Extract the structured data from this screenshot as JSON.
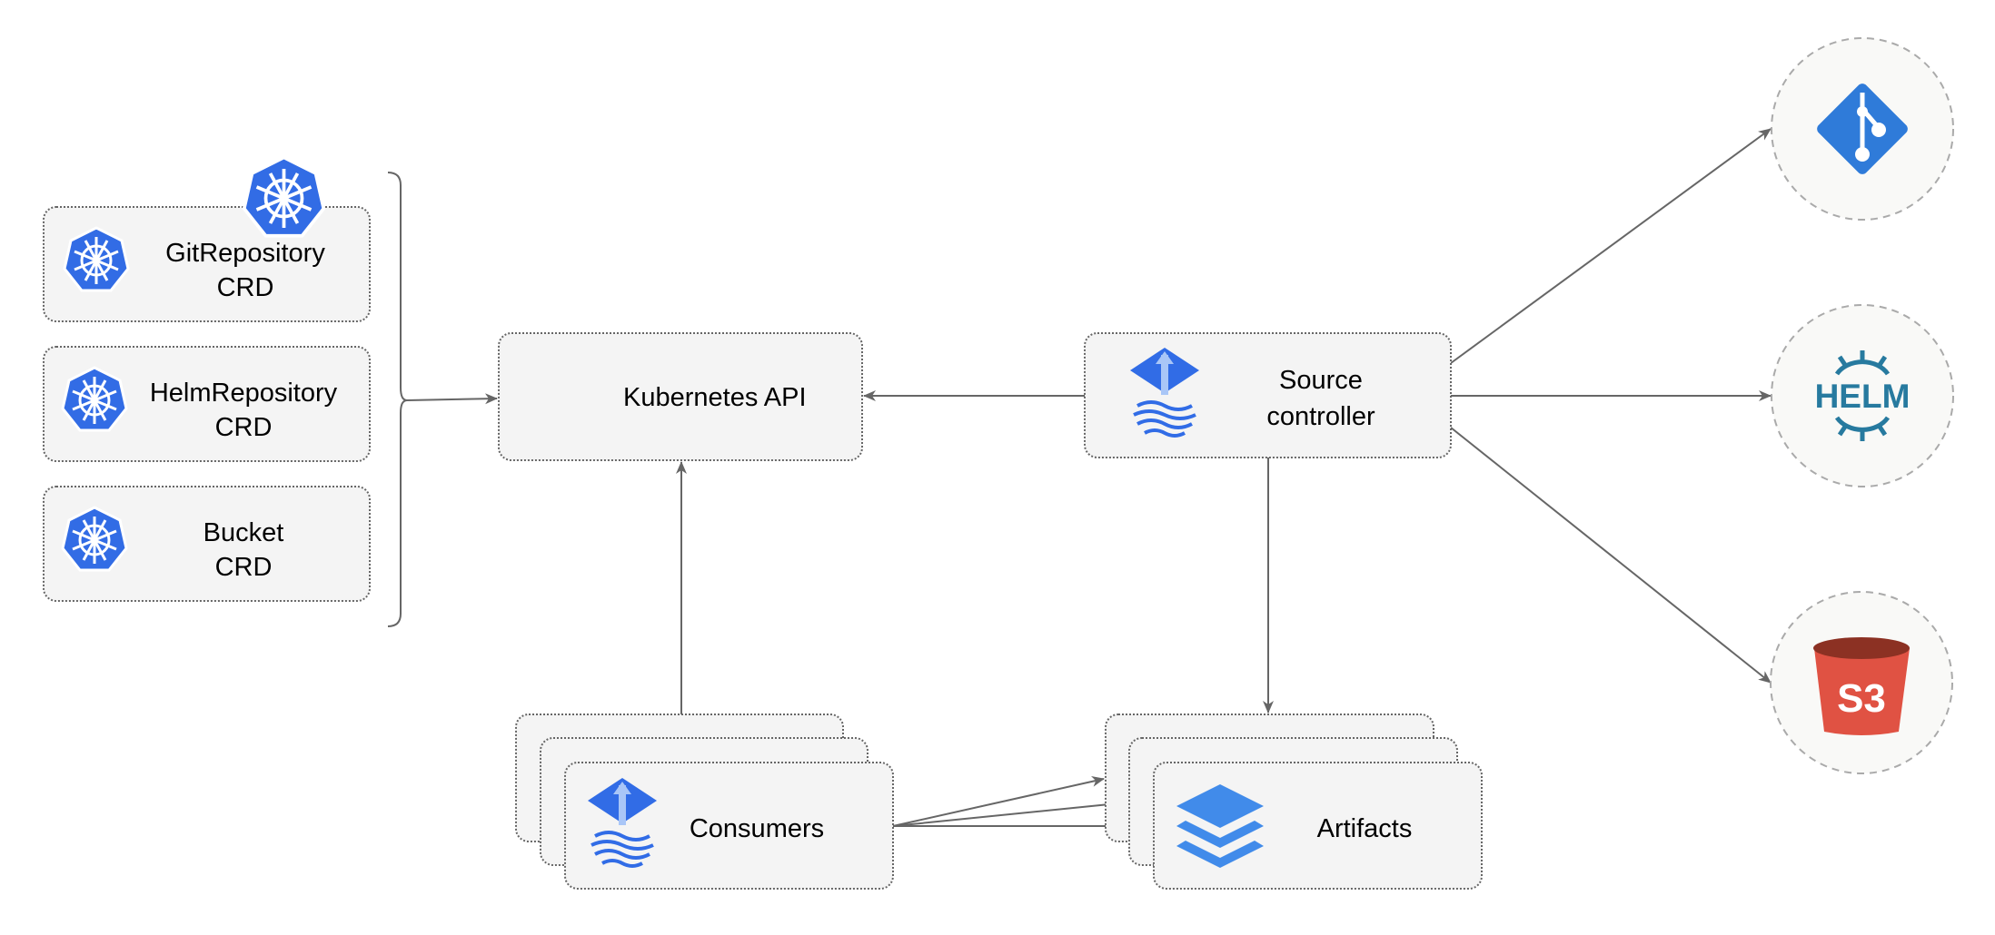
{
  "nodes": {
    "git_repository_crd": {
      "line1": "GitRepository",
      "line2": "CRD",
      "icon": "kubernetes-icon"
    },
    "helm_repository_crd": {
      "line1": "HelmRepository",
      "line2": "CRD",
      "icon": "kubernetes-icon"
    },
    "bucket_crd": {
      "line1": "Bucket",
      "line2": "CRD",
      "icon": "kubernetes-icon"
    },
    "kubernetes_api": {
      "label": "Kubernetes API",
      "icon": "kubernetes-icon"
    },
    "source_controller": {
      "line1": "Source",
      "line2": "controller",
      "icon": "flux-icon"
    },
    "consumers": {
      "label": "Consumers",
      "icon": "flux-icon"
    },
    "artifacts": {
      "label": "Artifacts",
      "icon": "layers-icon"
    },
    "git": {
      "icon": "git-icon"
    },
    "helm": {
      "logo_text": "HELM",
      "icon": "helm-icon"
    },
    "s3": {
      "logo_text": "S3",
      "icon": "s3-bucket-icon"
    }
  },
  "colors": {
    "kubernetes": "#326ce5",
    "flux": "#316ce6",
    "helm": "#277a9f",
    "s3": "#e05243",
    "git": "#2f7bd9",
    "edge": "#666666"
  }
}
